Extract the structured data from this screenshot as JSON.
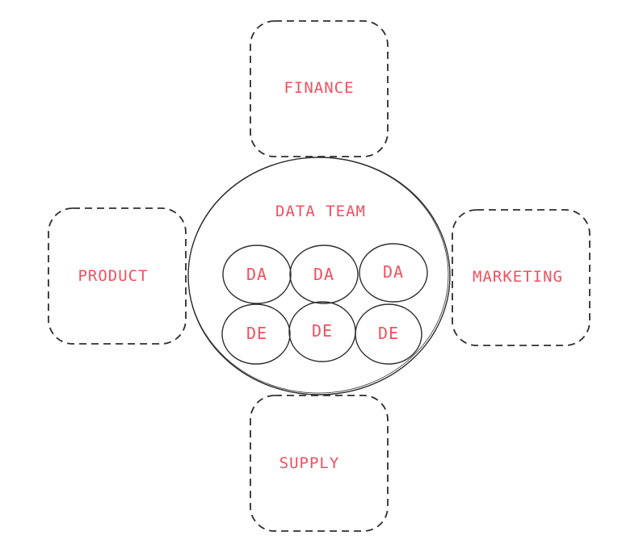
{
  "colors": {
    "stroke": "#2e2e2e",
    "text": "#f0505f"
  },
  "departments": {
    "finance": "FINANCE",
    "product": "PRODUCT",
    "marketing": "MARKETING",
    "supply": "SUPPLY"
  },
  "center": {
    "title": "DATA TEAM",
    "members": [
      "DA",
      "DA",
      "DA",
      "DE",
      "DE",
      "DE"
    ]
  }
}
